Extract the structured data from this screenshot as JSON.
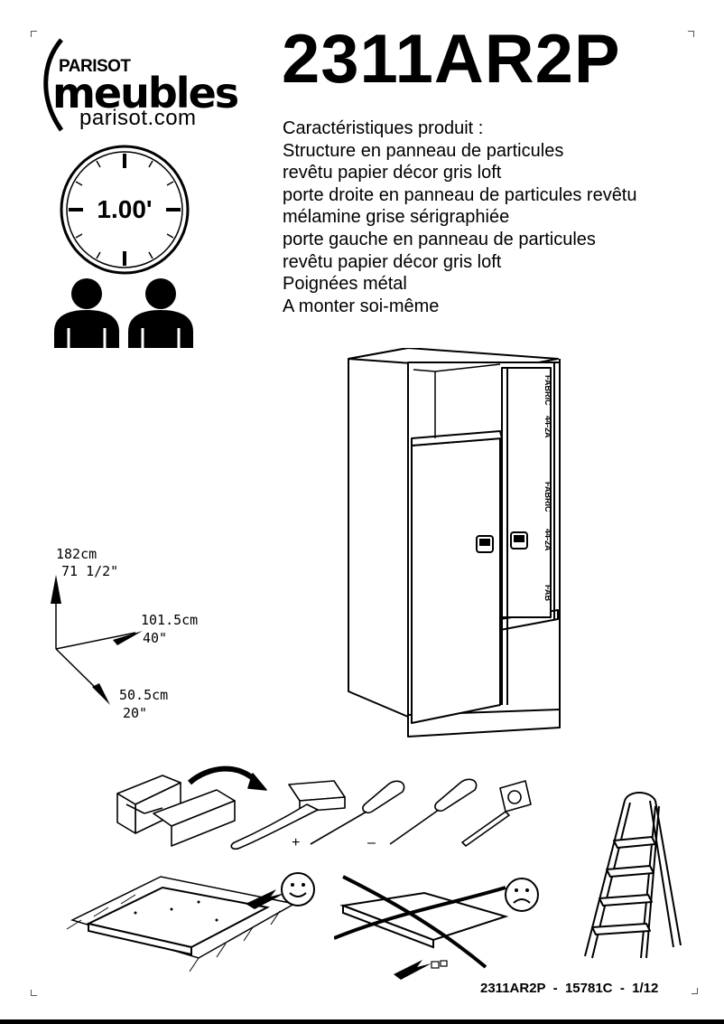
{
  "logo": {
    "brand_top": "PARISOT",
    "brand_main": "meubles",
    "url": "parisot.com"
  },
  "time_badge": "1.00'",
  "persons_count": 2,
  "product_code": "2311AR2P",
  "features": [
    "Caractéristiques produit :",
    "Structure en panneau de particules",
    "revêtu papier décor gris loft",
    "porte droite en panneau de particules revêtu",
    "mélamine grise sérigraphiée",
    "porte gauche en panneau de particules",
    "revêtu papier décor gris loft",
    "Poignées métal",
    "A monter soi-même"
  ],
  "dimensions": {
    "height_cm": "182cm",
    "height_in": "71 1/2\"",
    "width_cm": "101.5cm",
    "width_in": "40\"",
    "depth_cm": "50.5cm",
    "depth_in": "20\""
  },
  "panel_print": [
    "FABRIC",
    "44-2A",
    "FABRIC",
    "44-2A",
    "FAB"
  ],
  "tool_signs": {
    "plus": "+",
    "minus": "–"
  },
  "footer": "2311AR2P  -  15781C  -  1/12"
}
